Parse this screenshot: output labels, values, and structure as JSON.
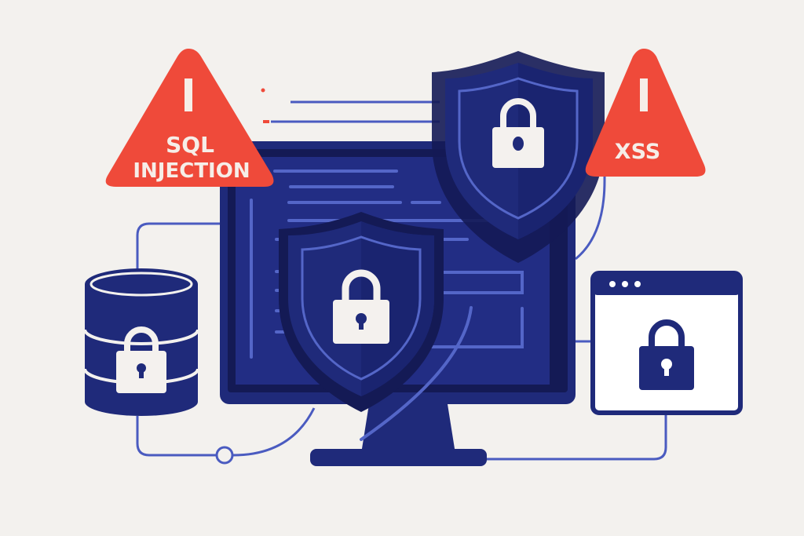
{
  "colors": {
    "background": "#f3f1ee",
    "navy": "#1f2a7a",
    "navy_dark": "#141a55",
    "accent_line": "#4a5bc0",
    "warning_red": "#ef4a3a",
    "lock_white": "#f4f1ee"
  },
  "warnings": [
    {
      "line1": "SQL",
      "line2": "INJECTION",
      "icon": "warning-triangle-icon"
    },
    {
      "line1": "XSS",
      "icon": "warning-triangle-icon"
    }
  ],
  "icons": [
    "shield-lock-icon",
    "database-lock-icon",
    "browser-window-lock-icon",
    "monitor-icon"
  ]
}
